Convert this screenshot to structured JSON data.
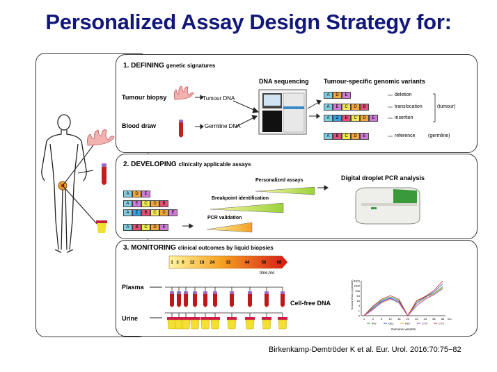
{
  "title": "Personalized Assay Design Strategy for:",
  "citation": "Birkenkamp-Demtröder K et al. Eur. Urol. 2016:70:75−82",
  "defining": {
    "heading_bold": "1. DEFINING",
    "heading_rest": "genetic signatures",
    "tumour_biopsy": "Tumour biopsy",
    "tumour_dna": "Tumour DNA",
    "blood_draw": "Blood draw",
    "germline_dna": "Germline DNA",
    "dna_sequencing": "DNA sequencing",
    "variants_title": "Tumour-specific genomic variants",
    "deletion": "deletion",
    "translocation": "translocation",
    "tumour_tag": "(tumour)",
    "insertion": "insertion",
    "reference": "reference",
    "germline_tag": "(germline)",
    "row_deletion": [
      "A",
      "D",
      "E"
    ],
    "row_translocation": [
      "A",
      "E",
      "C",
      "D",
      "B"
    ],
    "row_insertion": [
      "A",
      "Z",
      "B",
      "C",
      "D",
      "E"
    ],
    "row_reference": [
      "A",
      "B",
      "C",
      "D",
      "E"
    ]
  },
  "developing": {
    "heading_bold": "2. DEVELOPING",
    "heading_rest": "clinically applicable assays",
    "personalized_assays": "Personalized assays",
    "breakpoint": "Breakpoint identification",
    "pcr_validation": "PCR validation",
    "ddpcr": "Digital droplet PCR analysis",
    "row1": [
      "A",
      "D",
      "E"
    ],
    "row2": [
      "A",
      "E",
      "C",
      "D",
      "B"
    ],
    "row3": [
      "A",
      "Z",
      "B",
      "C",
      "D",
      "E"
    ],
    "row4": [
      "A",
      "B",
      "C",
      "D",
      "E"
    ]
  },
  "monitoring": {
    "heading_bold": "3. MONITORING",
    "heading_rest": "clinical outcomes by liquid biopsies",
    "timeline_ticks": [
      "1",
      "3",
      "6",
      "12",
      "18",
      "24",
      "32",
      "44",
      "56",
      "68"
    ],
    "time_label": "time,mo",
    "plasma": "Plasma",
    "urine": "Urine",
    "cell_free": "Cell-free",
    "dna": "DNA"
  },
  "colors": {
    "title": "#12187a",
    "A": "#7fcde0",
    "B": "#e0507a",
    "C": "#f2ea55",
    "D": "#f2a83e",
    "E": "#d07ad8",
    "Z": "#3a9de0"
  },
  "chart_data": {
    "type": "line",
    "ylabel": "Tumour DNA (copies/ml)",
    "xlabel": "Genomic variants",
    "x_ticks": [
      "1",
      "3",
      "6",
      "12",
      "18",
      "24",
      "32",
      "44",
      "56",
      "68"
    ],
    "x_unit": "mo",
    "y_ticks": [
      "4000",
      "1000",
      "256",
      "64",
      "16",
      "4",
      "1",
      "0"
    ],
    "series": [
      {
        "name": "INV",
        "color": "#2a9a3a",
        "values": [
          1,
          8,
          40,
          90,
          40,
          0,
          30,
          90,
          200,
          1000
        ]
      },
      {
        "name": "DEL",
        "color": "#2244cc",
        "values": [
          1,
          6,
          30,
          70,
          30,
          0,
          20,
          80,
          300,
          2000
        ]
      },
      {
        "name": "INS",
        "color": "#e0a020",
        "values": [
          1,
          5,
          20,
          50,
          25,
          0,
          15,
          60,
          180,
          800
        ]
      },
      {
        "name": "CTX",
        "color": "#8a3ad0",
        "values": [
          1,
          4,
          25,
          60,
          20,
          0,
          10,
          50,
          150,
          600
        ]
      },
      {
        "name": "CTX",
        "color": "#dd2222",
        "values": [
          1,
          10,
          50,
          120,
          50,
          0,
          35,
          100,
          400,
          4000
        ]
      }
    ]
  }
}
